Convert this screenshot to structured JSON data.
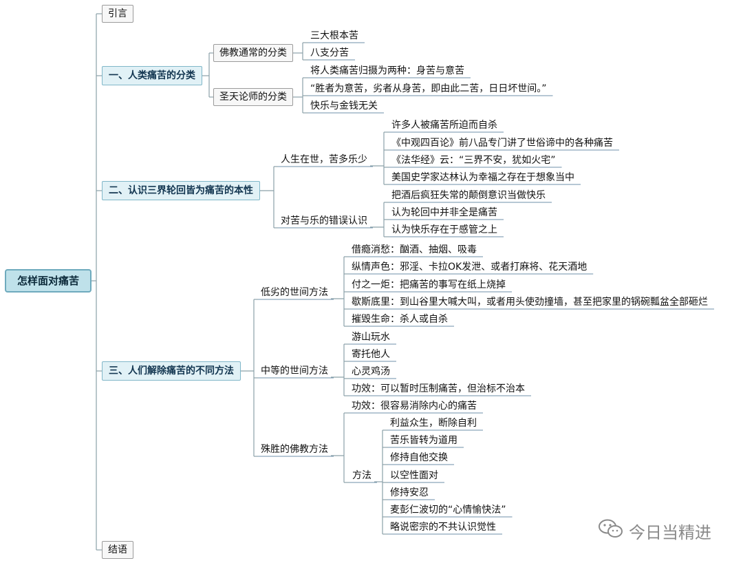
{
  "root": "怎样面对痛苦",
  "intro": "引言",
  "conclusion": "结语",
  "sections": [
    {
      "title": "一、人类痛苦的分类",
      "groups": [
        {
          "label": "佛教通常的分类",
          "items": [
            "三大根本苦",
            "八支分苦"
          ]
        },
        {
          "label": "圣天论师的分类",
          "items": [
            "将人类痛苦归摄为两种：身苦与意苦",
            "“胜者为意苦，劣者从身苦，即由此二苦，日日坏世间。”",
            "快乐与金钱无关"
          ]
        }
      ]
    },
    {
      "title": "二、认识三界轮回皆为痛苦的本性",
      "groups": [
        {
          "label": "人生在世，苦多乐少",
          "items": [
            "许多人被痛苦所迫而自杀",
            "《中观四百论》前八品专门讲了世俗谛中的各种痛苦",
            "《法华经》云：“三界不安，犹如火宅”",
            "美国史学家达林认为幸福之存在于想象当中"
          ]
        },
        {
          "label": "对苦与乐的错误认识",
          "items": [
            "把酒后疯狂失常的颠倒意识当做快乐",
            "认为轮回中并非全是痛苦",
            "认为快乐存在于感管之上"
          ]
        }
      ]
    },
    {
      "title": "三、人们解除痛苦的不同方法",
      "groups": [
        {
          "label": "低劣的世间方法",
          "items": [
            "借瘾消愁：酗酒、抽烟、吸毒",
            "纵情声色：邪淫、卡拉OK发泄、或者打麻将、花天酒地",
            "付之一炬：把痛苦的事写在纸上烧掉",
            "歇斯底里：到山谷里大喊大叫，或者用头使劲撞墙，甚至把家里的锅碗瓢盆全部砸烂",
            "摧毁生命：杀人或自杀"
          ]
        },
        {
          "label": "中等的世间方法",
          "items": [
            "游山玩水",
            "寄托他人",
            "心灵鸡汤",
            "功效：可以暂时压制痛苦，但治标不治本"
          ]
        },
        {
          "label": "殊胜的佛教方法",
          "effect": "功效：很容易消除内心的痛苦",
          "method_label": "方法",
          "methods": [
            "利益众生，断除自利",
            "苦乐皆转为道用",
            "修持自他交换",
            "以空性面对",
            "修持安忍",
            "麦彭仁波切的“心情愉快法”",
            "略说密宗的不共认识觉性"
          ]
        }
      ]
    }
  ],
  "watermark": {
    "icon": "wechat-icon",
    "text": "今日当精进"
  },
  "colors": {
    "line": "#8aa0a8",
    "root_fill": "#bfe1ea",
    "root_border": "#6eaabd",
    "l1_fill": "#e1f1f6",
    "underline": "#6c8fa8"
  }
}
